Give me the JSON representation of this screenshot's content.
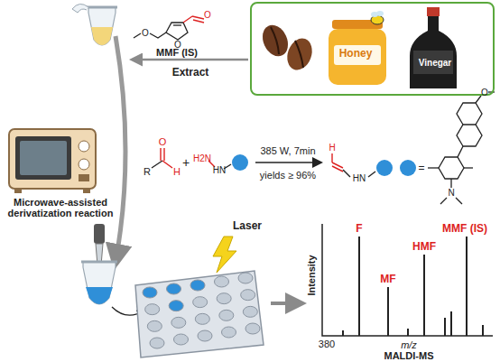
{
  "diagram": {
    "nodes": [
      {
        "text": [
          "Honey",
          "Vinegar"
        ]
      },
      {
        "text": [
          "Microwave-assisted derivatization reaction"
        ]
      }
    ],
    "labels": [
      "MMF (IS)",
      "Extract",
      "O",
      "O",
      "O",
      "O",
      "R",
      "H",
      "+",
      "H2N",
      "HN",
      "385 W, 7min",
      "yields ≥ 96%",
      "H",
      "HN",
      "=",
      "O",
      "N",
      "Laser",
      "Intensity",
      "F",
      "MF",
      "HMF",
      "MMF (IS)",
      "380",
      "m/z",
      "MALDI-MS"
    ]
  }
}
